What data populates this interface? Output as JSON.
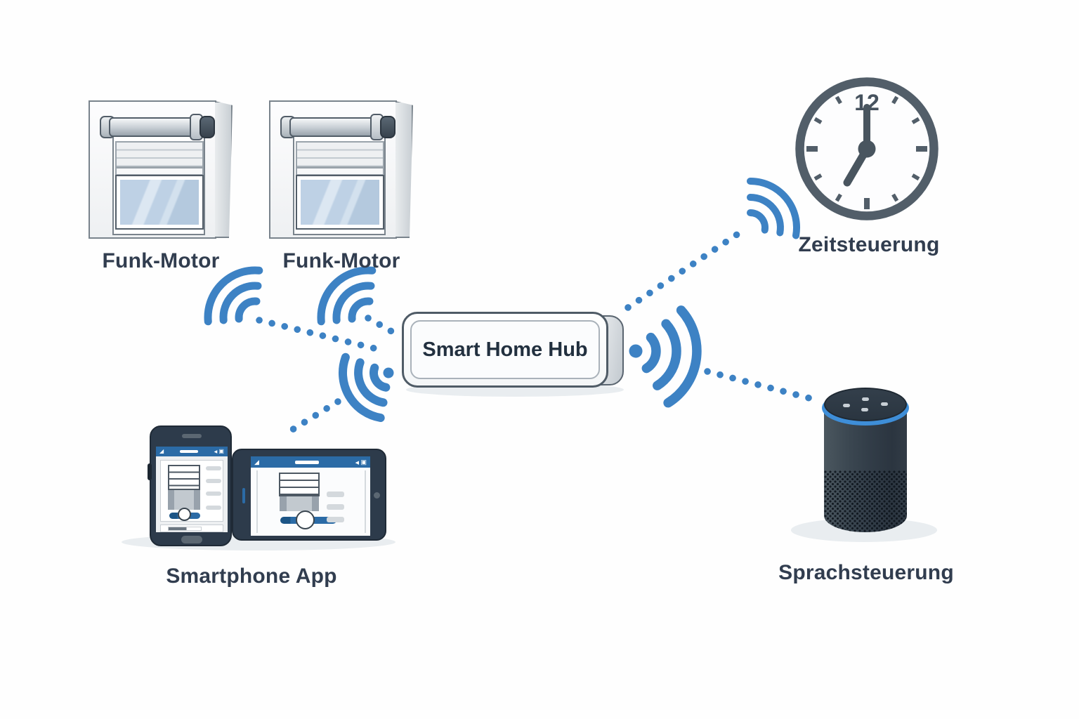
{
  "colors": {
    "background": "#fefefe",
    "accent_blue": "#3d82c4",
    "app_header_blue": "#2b6ba6",
    "speaker_ring_blue": "#3e8ed8",
    "navy_text": "#313d4f",
    "slate": "#525e69"
  },
  "nodes": {
    "motor1": {
      "type": "roller-shutter-window",
      "label": "Funk-Motor"
    },
    "motor2": {
      "type": "roller-shutter-window",
      "label": "Funk-Motor"
    },
    "hub": {
      "type": "hub-box",
      "label": "Smart Home Hub"
    },
    "app": {
      "type": "smartphone-and-tablet",
      "label": "Smartphone App"
    },
    "timer": {
      "type": "analog-clock",
      "label": "Zeitsteuerung",
      "clock_numeral": "12",
      "time_shown": "7:00"
    },
    "voice": {
      "type": "smart-speaker",
      "label": "Sprachsteuerung"
    }
  },
  "connections": [
    {
      "from": "motor1",
      "to": "hub",
      "style": "dotted-wireless"
    },
    {
      "from": "motor2",
      "to": "hub",
      "style": "dotted-wireless"
    },
    {
      "from": "hub",
      "to": "app",
      "style": "dotted-wireless"
    },
    {
      "from": "hub",
      "to": "timer",
      "style": "dotted-wireless"
    },
    {
      "from": "hub",
      "to": "voice",
      "style": "dotted-wireless"
    }
  ],
  "app_ui": {
    "signal_glyph": "◢",
    "back_glyph": "◀",
    "window_glyph": "▣"
  }
}
